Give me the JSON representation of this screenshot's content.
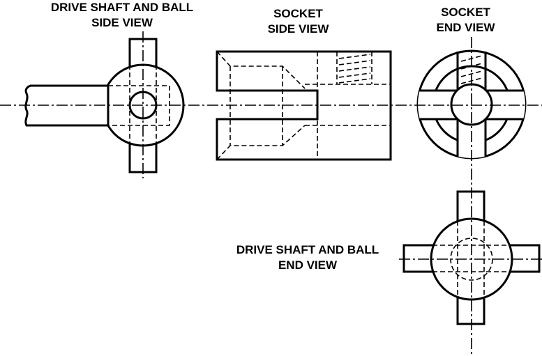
{
  "views": {
    "shaft_side": {
      "line1": "DRIVE SHAFT AND BALL",
      "line2": "SIDE VIEW"
    },
    "socket_side": {
      "line1": "SOCKET",
      "line2": "SIDE VIEW"
    },
    "socket_end": {
      "line1": "SOCKET",
      "line2": "END VIEW"
    },
    "shaft_end": {
      "line1": "DRIVE SHAFT AND BALL",
      "line2": "END VIEW"
    }
  },
  "colors": {
    "line": "#000000",
    "background": "#ffffff"
  }
}
